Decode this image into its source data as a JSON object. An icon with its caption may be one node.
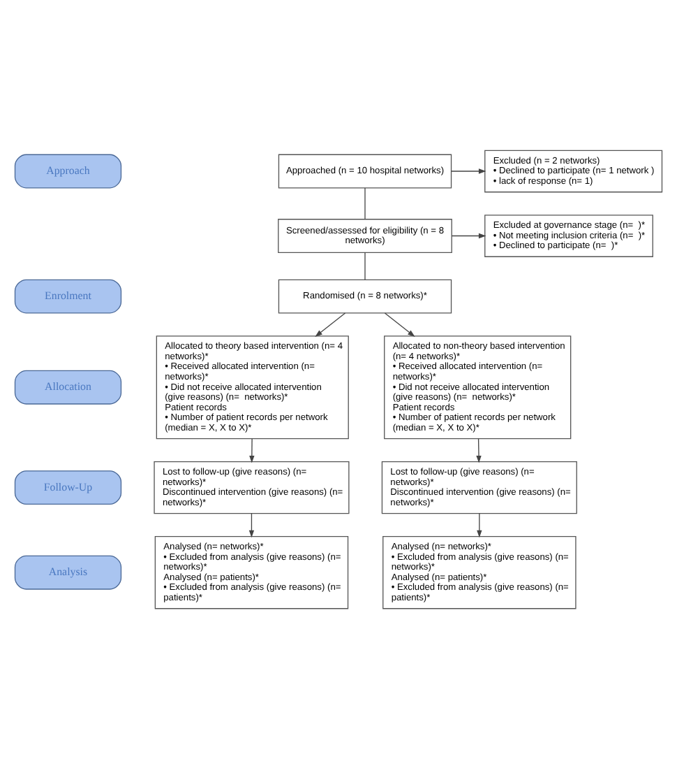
{
  "diagram": {
    "nodes": [
      {
        "text": [
          "Approach"
        ]
      },
      {
        "text": [
          "Approached (n = 10 hospital networks)"
        ]
      },
      {
        "text": [
          "Excluded (n = 2 networks)",
          "• Declined to participate (n= 1 network )",
          "• lack of response (n= 1)"
        ]
      },
      {
        "text": [
          "Screened/assessed for eligibility (n = 8 networks)"
        ]
      },
      {
        "text": [
          "Excluded at governance stage (n=  )*",
          "• Not meeting inclusion criteria (n=  )*",
          "• Declined to participate (n=  )*"
        ]
      },
      {
        "text": [
          "Enrolment"
        ]
      },
      {
        "text": [
          "Randomised (n = 8 networks)*"
        ]
      },
      {
        "text": [
          "Allocation"
        ]
      },
      {
        "text": [
          "Allocated to theory based intervention (n= 4 networks)*",
          "• Received allocated intervention (n= networks)*",
          "• Did not receive allocated intervention (give reasons) (n=  networks)*",
          "Patient records",
          "• Number of patient records per network (median = X, X to X)*"
        ]
      },
      {
        "text": [
          "Allocated to non-theory based intervention (n= 4 networks)*",
          "• Received allocated intervention (n= networks)*",
          "• Did not receive allocated intervention (give reasons) (n=  networks)*",
          "Patient records",
          "• Number of patient records per network (median = X, X to X)*"
        ]
      },
      {
        "text": [
          "Follow-Up"
        ]
      },
      {
        "text": [
          "Lost to follow-up (give reasons) (n= networks)*",
          "Discontinued intervention (give reasons) (n= networks)*"
        ]
      },
      {
        "text": [
          "Lost to follow-up (give reasons) (n= networks)*",
          "Discontinued intervention (give reasons) (n= networks)*"
        ]
      },
      {
        "text": [
          "Analysis"
        ]
      },
      {
        "text": [
          "Analysed (n= networks)*",
          "• Excluded from analysis (give reasons) (n= networks)*",
          "Analysed (n= patients)*",
          "• Excluded from analysis (give reasons) (n= patients)*"
        ]
      },
      {
        "text": [
          "Analysed (n= networks)*",
          "• Excluded from analysis (give reasons) (n= networks)*",
          "Analysed (n= patients)*",
          "• Excluded from analysis (give reasons) (n= patients)*"
        ]
      }
    ],
    "edges": [
      {
        "from": 1,
        "to": 3,
        "arrow": "none"
      },
      {
        "from": 1,
        "to": 2,
        "arrow": "to"
      },
      {
        "from": 3,
        "to": 6,
        "arrow": "none"
      },
      {
        "from": 3,
        "to": 4,
        "arrow": "to"
      },
      {
        "from": 6,
        "to": 8,
        "arrow": "to"
      },
      {
        "from": 6,
        "to": 9,
        "arrow": "to"
      },
      {
        "from": 8,
        "to": 11,
        "arrow": "to"
      },
      {
        "from": 9,
        "to": 12,
        "arrow": "to"
      },
      {
        "from": 11,
        "to": 14,
        "arrow": "to"
      },
      {
        "from": 12,
        "to": 15,
        "arrow": "to"
      }
    ]
  }
}
